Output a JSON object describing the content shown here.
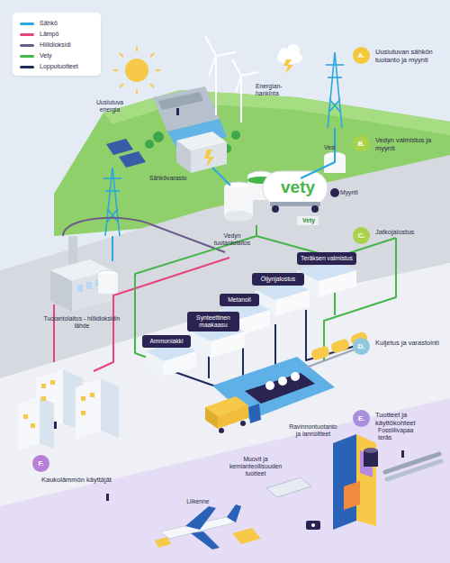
{
  "diagram": {
    "nodes": [
      {
        "text": [
          "A.",
          "Uusiutuvan sähkön tuotanto ja myynti"
        ]
      },
      {
        "text": [
          "B.",
          "Vedyn valmistus ja myynti"
        ]
      },
      {
        "text": [
          "C.",
          "Jatkojalostus"
        ]
      },
      {
        "text": [
          "Teräksen valmistus"
        ]
      },
      {
        "text": [
          "Öljynjalostus"
        ]
      },
      {
        "text": [
          "Metanoli"
        ]
      },
      {
        "text": [
          "Synteettinen maakaasu"
        ]
      },
      {
        "text": [
          "Ammoniakki"
        ]
      },
      {
        "text": [
          "D.",
          "Kuljetus ja varastointi"
        ]
      },
      {
        "text": [
          "E.",
          "Tuotteet ja käyttökohteet"
        ]
      },
      {
        "text": [
          "F.",
          "Kaukolämmön käyttäjät"
        ]
      }
    ],
    "labels": [
      "Uusiutuva energia",
      "Energian- hankinta",
      "Sähkövarasto",
      "Vesi",
      "vety",
      "Myynti",
      "Vety",
      "Vedyn tuotantolaitos",
      "Tuotantolaitos - hiilidioksidin lähde",
      "Liikenne",
      "Muovit ja kemianteollisuuden tuotteet",
      "Ravinnontuotanto ja lannoitteet",
      "Fossiilivapaa teräs"
    ],
    "legend": [
      {
        "text": "Sähkö",
        "color": "#2aa7dd"
      },
      {
        "text": "Lämpö",
        "color": "#e8417f"
      },
      {
        "text": "Hiilidioksidi",
        "color": "#6b5b8a"
      },
      {
        "text": "Vety",
        "color": "#45b649"
      },
      {
        "text": "Lopputuotteet",
        "color": "#1e2a5a"
      }
    ]
  }
}
